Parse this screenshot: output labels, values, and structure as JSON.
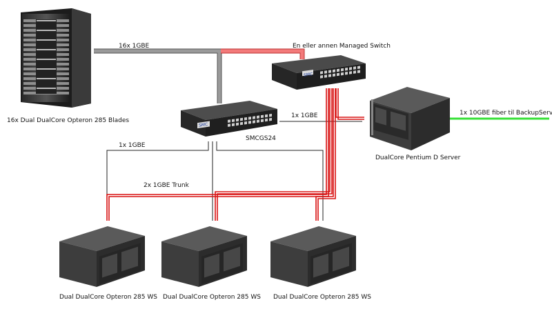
{
  "labels": {
    "blades": "16x Dual DualCore Opteron 285 Blades",
    "blades_link": "16x 1GBE",
    "managed_switch": "En eller annen Managed Switch",
    "smc_switch": "SMCGS24",
    "server_link": "1x 1GBE",
    "pentium_server": "DualCore Pentium D Server",
    "fiber": "1x 10GBE fiber til BackupServer",
    "ws_link": "1x 1GBE",
    "trunk": "2x 1GBE Trunk",
    "ws1": "Dual DualCore Opteron 285 WS",
    "ws2": "Dual DualCore Opteron 285 WS",
    "ws3": "Dual DualCore Opteron 285 WS"
  },
  "switch_brand": "SMC",
  "colors": {
    "gigabit_link": "#333333",
    "trunk_link": "#dd1111",
    "uplink_gray": "#8a8a8a",
    "uplink_pink": "#f07070",
    "fiber_link": "#33dd33"
  }
}
